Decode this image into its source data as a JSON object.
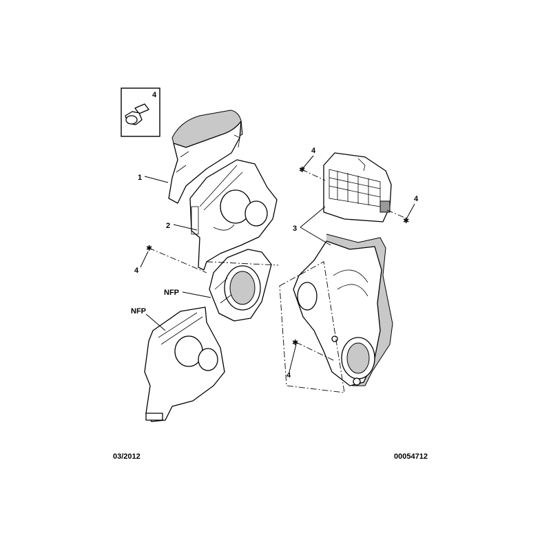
{
  "callouts": {
    "inset_qty": "4",
    "c1": "1",
    "c2": "2",
    "c3": "3",
    "c4_left": "4",
    "c4_top_right": "4",
    "c4_right": "4",
    "c4_bottom": "4",
    "nfp_upper": "NFP",
    "nfp_lower": "NFP"
  },
  "footer": {
    "date": "03/2012",
    "reference": "00054712"
  }
}
